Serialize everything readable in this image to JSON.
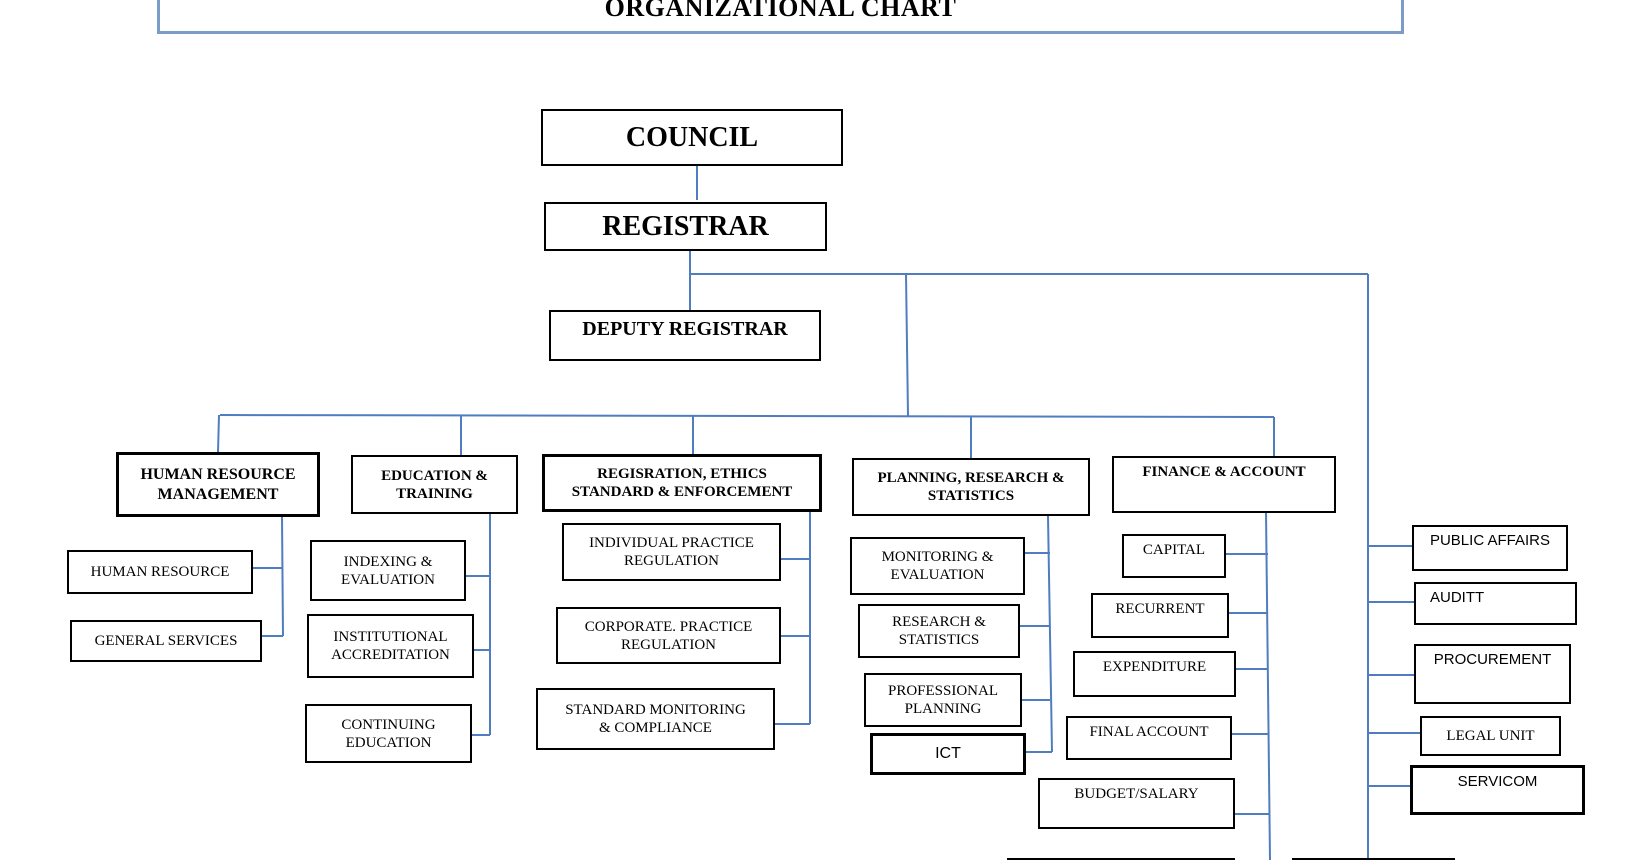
{
  "title": "ORGANIZATIONAL CHART",
  "nodes": {
    "council": "COUNCIL",
    "registrar": "REGISTRAR",
    "deputy_registrar": "DEPUTY REGISTRAR",
    "hr_management": "HUMAN RESOURCE\nMANAGEMENT",
    "education_training": "EDUCATION &\nTRAINING",
    "registration_ethics": "REGISRATION, ETHICS\nSTANDARD & ENFORCEMENT",
    "planning_research": "PLANNING, RESEARCH &\nSTATISTICS",
    "finance_account": "FINANCE & ACCOUNT",
    "human_resource": "HUMAN RESOURCE",
    "general_services": "GENERAL SERVICES",
    "indexing_evaluation": "INDEXING &\nEVALUATION",
    "institutional_accreditation": "INSTITUTIONAL\nACCREDITATION",
    "continuing_education": "CONTINUING\nEDUCATION",
    "individual_practice": "INDIVIDUAL PRACTICE\nREGULATION",
    "corporate_practice": "CORPORATE. PRACTICE\nREGULATION",
    "standard_monitoring": "STANDARD MONITORING\n& COMPLIANCE",
    "monitoring_evaluation": "MONITORING &\nEVALUATION",
    "research_statistics": "RESEARCH &\nSTATISTICS",
    "professional_planning": "PROFESSIONAL\nPLANNING",
    "ict": "ICT",
    "capital": "CAPITAL",
    "recurrent": "RECURRENT",
    "expenditure": "EXPENDITURE",
    "final_account": "FINAL ACCOUNT",
    "budget_salary": "BUDGET/SALARY",
    "public_affairs": "PUBLIC AFFAIRS",
    "auditt": "AUDITT",
    "procurement": "PROCUREMENT",
    "legal_unit": "LEGAL UNIT",
    "servicom": "SERVICOM"
  },
  "colors": {
    "connector": "#4f7dbf",
    "title_border": "#7a9cc6",
    "node_border": "#000000"
  }
}
